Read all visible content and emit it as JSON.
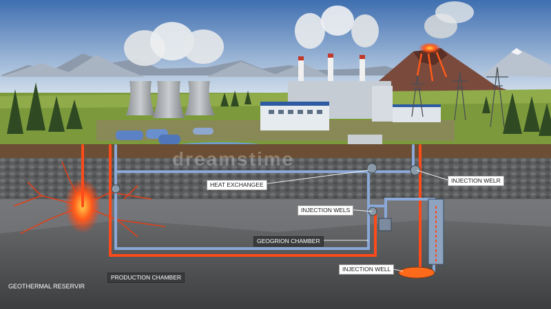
{
  "labels": {
    "heat_exchanger": "HEAT EXCHANGEE",
    "injection_welr": "INJECTION WELR",
    "injection_wels": "INJECTION WELS",
    "geogrion_chamber": "GEOGRION CHAMBER",
    "injection_well": "INJECTION WELL",
    "production_chamber": "PRODUCTION CHAMBER",
    "geothermal_reservoir": "GEOTHERMAL RESERVIR"
  },
  "watermark": "dreamstime",
  "colors": {
    "sky_top": "#3f6fb0",
    "sky_bottom": "#dfe9f2",
    "hot_pipe": "#ff4a1a",
    "cool_pipe": "#8aa8d8",
    "lava": "#ff7a1a",
    "grass": "#7c9a3c"
  }
}
